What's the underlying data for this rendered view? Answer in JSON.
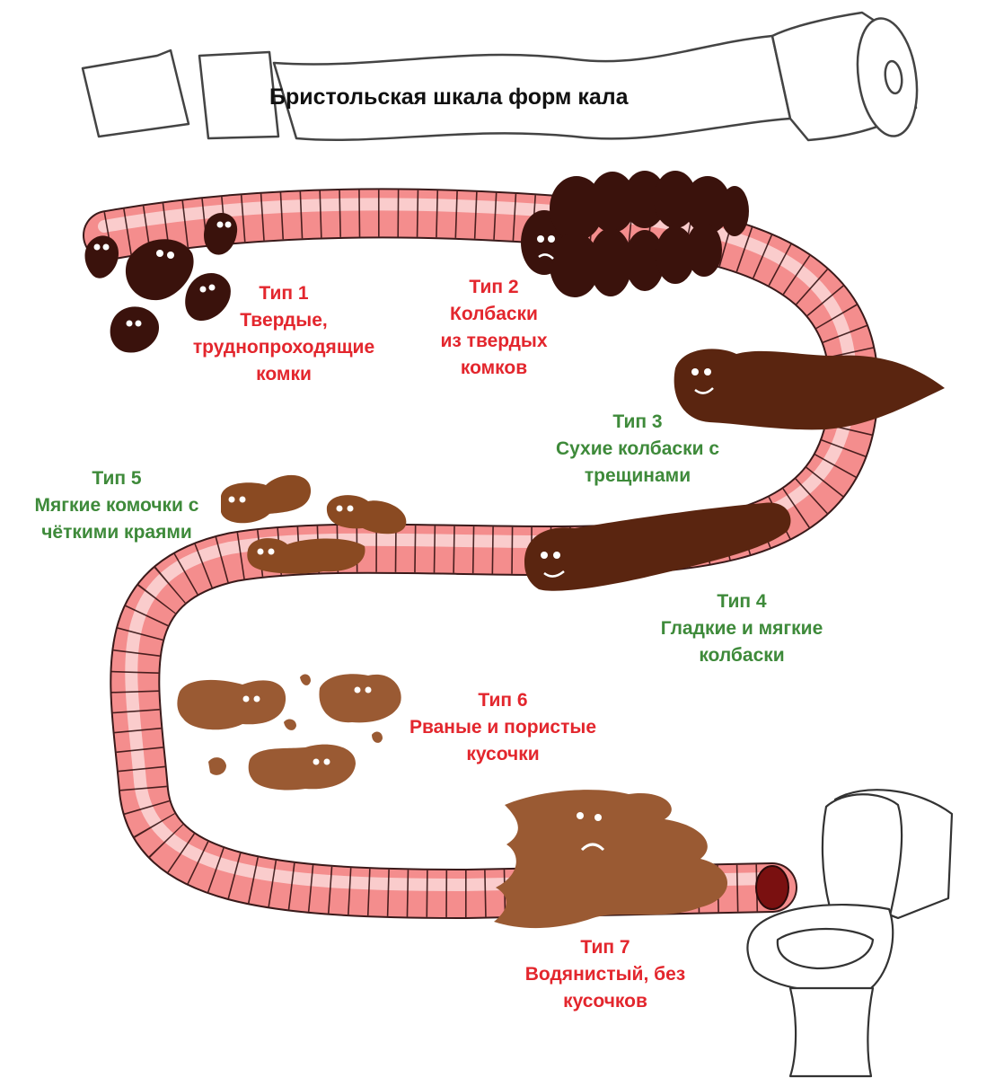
{
  "title": "Бристольская шкала форм кала",
  "colors": {
    "intestine": "#f48d8d",
    "intestine_light": "#fbd3d3",
    "stool_dark": "#3a120c",
    "stool_medium": "#6a2e14",
    "stool_light": "#9a5a33",
    "label_red": "#e3262d",
    "label_green": "#3e8a3a"
  },
  "illustrations": [
    "toilet-paper-roll",
    "intestine",
    "toilet"
  ],
  "types": [
    {
      "id": "type-1",
      "heading": "Тип 1",
      "lines": [
        "Твердые,",
        "труднопроходящие",
        "комки"
      ],
      "color": "red"
    },
    {
      "id": "type-2",
      "heading": "Тип 2",
      "lines": [
        "Колбаски",
        "из твердых",
        "комков"
      ],
      "color": "red"
    },
    {
      "id": "type-3",
      "heading": "Тип 3",
      "lines": [
        "Сухие колбаски с",
        "трещинами"
      ],
      "color": "green"
    },
    {
      "id": "type-4",
      "heading": "Тип 4",
      "lines": [
        "Гладкие и мягкие",
        "колбаски"
      ],
      "color": "green"
    },
    {
      "id": "type-5",
      "heading": "Тип 5",
      "lines": [
        "Мягкие комочки с",
        "чёткими краями"
      ],
      "color": "green"
    },
    {
      "id": "type-6",
      "heading": "Тип 6",
      "lines": [
        "Рваные и пористые",
        "кусочки"
      ],
      "color": "red"
    },
    {
      "id": "type-7",
      "heading": "Тип 7",
      "lines": [
        "Водянистый, без",
        "кусочков"
      ],
      "color": "red"
    }
  ]
}
